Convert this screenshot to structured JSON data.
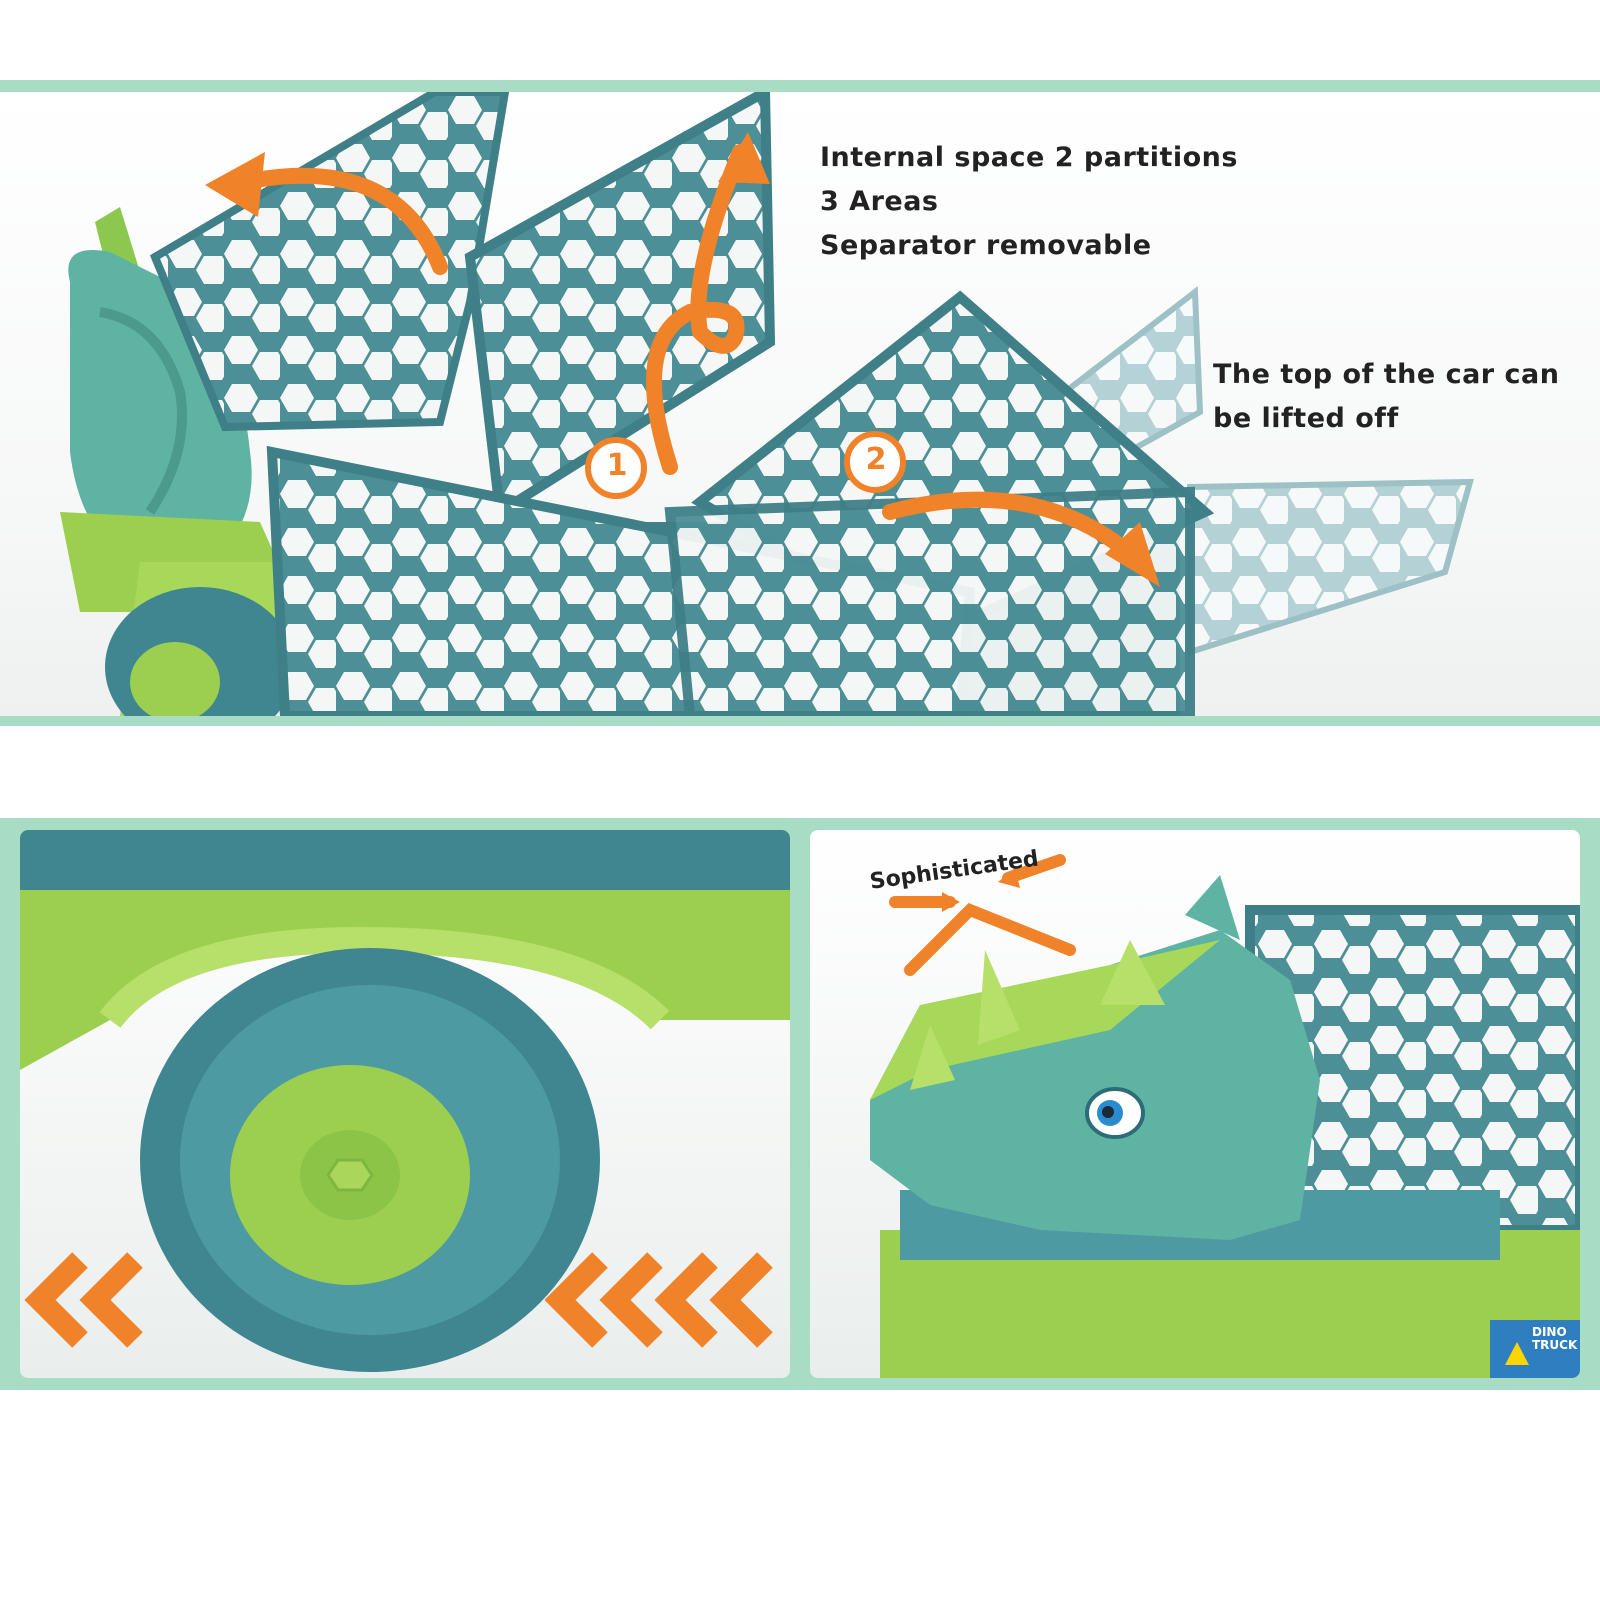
{
  "top_panel": {
    "feature_lines": [
      "Internal space 2 partitions",
      "3 Areas",
      "Separator removable"
    ],
    "lift_lines": [
      "The top of the car can",
      "be lifted off"
    ],
    "step_markers": [
      "1",
      "2"
    ]
  },
  "right_panel": {
    "callout": "Sophisticated",
    "badge_line1": "DINO",
    "badge_line2": "TRUCK"
  },
  "colors": {
    "band": "#a9dcc4",
    "cage_teal": "#4d8f96",
    "truck_green": "#9ccf4f",
    "dino_teal": "#5fb3a3",
    "arrow_orange": "#f0822a"
  }
}
